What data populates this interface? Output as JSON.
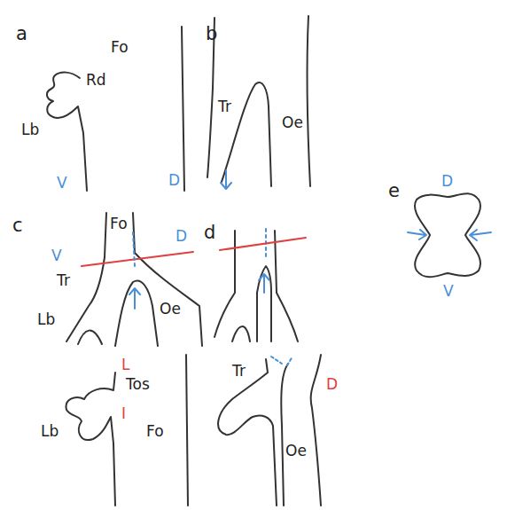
{
  "diagram": {
    "labels": [
      "a",
      "Fo",
      "Rd",
      "Lb",
      "V",
      "D",
      "b",
      "Tr",
      "Oe",
      "c",
      "Fo",
      "V",
      "D",
      "Tr",
      "Oe",
      "Lb",
      "d",
      "e",
      "D",
      "V",
      "L",
      "Tos",
      "Lb",
      "I",
      "Fo",
      "Tr",
      "D",
      "Oe"
    ]
  }
}
